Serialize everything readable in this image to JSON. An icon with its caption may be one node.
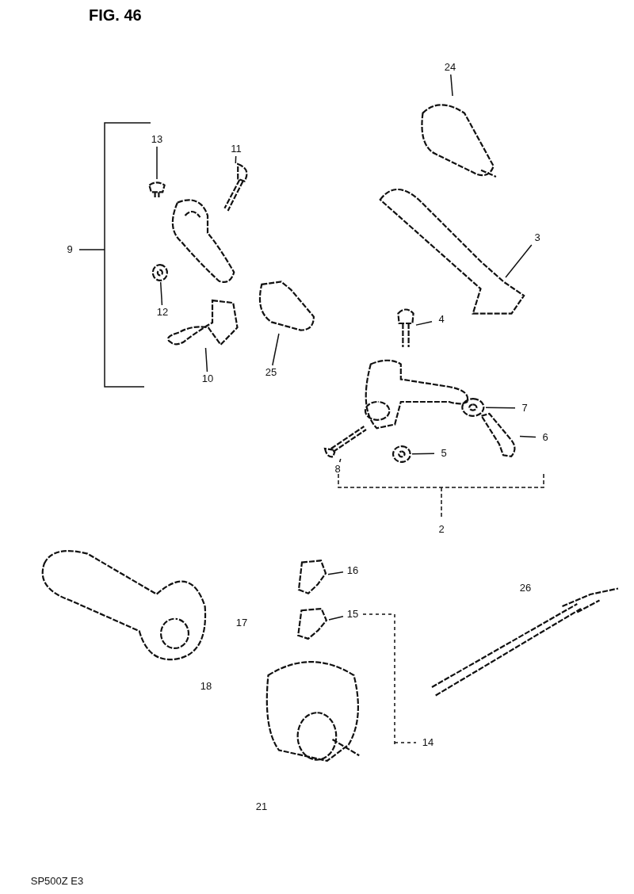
{
  "diagram": {
    "title": "FIG. 46",
    "nodes": [
      {
        "text": [
          "24"
        ]
      },
      {
        "text": [],
        "shape": "picture"
      },
      {
        "text": [
          "13"
        ]
      },
      {
        "text": [],
        "shape": "picture"
      },
      {
        "text": [
          "11"
        ]
      },
      {
        "text": [],
        "shape": "picture"
      },
      {
        "text": [
          "3"
        ]
      },
      {
        "text": [],
        "shape": "picture"
      },
      {
        "text": [],
        "shape": "picture"
      },
      {
        "text": [],
        "shape": "picture"
      },
      {
        "text": [
          "12"
        ]
      },
      {
        "text": [
          "4"
        ]
      },
      {
        "text": [],
        "shape": "picture"
      },
      {
        "text": [],
        "shape": "picture"
      },
      {
        "text": [
          "10"
        ]
      },
      {
        "text": [],
        "shape": "picture"
      },
      {
        "text": [
          "25"
        ]
      },
      {
        "text": [],
        "shape": "picture"
      },
      {
        "text": [
          "7"
        ]
      },
      {
        "text": [],
        "shape": "picture"
      },
      {
        "text": [
          "6"
        ]
      },
      {
        "text": [],
        "shape": "picture"
      },
      {
        "text": [],
        "shape": "picture"
      },
      {
        "text": [
          "8"
        ]
      },
      {
        "text": [],
        "shape": "picture"
      },
      {
        "text": [
          "5"
        ]
      },
      {
        "text": [],
        "shape": "picture"
      },
      {
        "text": [],
        "shape": "picture"
      },
      {
        "text": [
          "16"
        ]
      },
      {
        "text": [],
        "shape": "picture"
      },
      {
        "text": [
          "15"
        ]
      },
      {
        "text": [],
        "shape": "picture"
      },
      {
        "text": [],
        "shape": "picture"
      }
    ],
    "edges": [
      {
        "from": 0,
        "to": 1,
        "arrow": "none"
      },
      {
        "from": 2,
        "to": 3,
        "arrow": "none"
      },
      {
        "from": 4,
        "to": 5,
        "arrow": "none"
      },
      {
        "from": 6,
        "to": 7,
        "arrow": "none"
      },
      {
        "from": 10,
        "to": 9,
        "arrow": "none"
      },
      {
        "from": 11,
        "to": 12,
        "arrow": "none"
      },
      {
        "from": 14,
        "to": 13,
        "arrow": "none"
      },
      {
        "from": 16,
        "to": 15,
        "arrow": "none"
      },
      {
        "from": 18,
        "to": 19,
        "arrow": "none"
      },
      {
        "from": 20,
        "to": 21,
        "arrow": "none"
      },
      {
        "from": 23,
        "to": 22,
        "arrow": "none"
      },
      {
        "from": 25,
        "to": 24,
        "arrow": "none"
      },
      {
        "from": 28,
        "to": 27,
        "arrow": "none"
      },
      {
        "from": 30,
        "to": 29,
        "arrow": "none"
      }
    ],
    "labels": [
      "9",
      "2",
      "26",
      "17",
      "18",
      "14",
      "21",
      "SP500Z E3"
    ]
  }
}
